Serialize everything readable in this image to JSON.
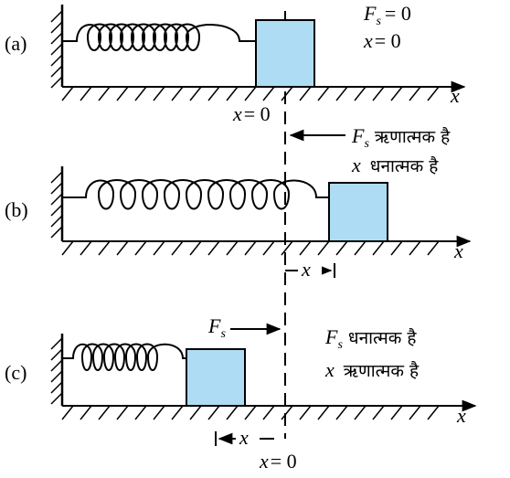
{
  "panels": {
    "a": {
      "label": "(a)",
      "force_symbol": "F",
      "force_sub": "s",
      "force_value": "= 0",
      "x_symbol": "x",
      "x_value": "= 0",
      "axis_label": "x"
    },
    "b": {
      "label": "(b)",
      "force_symbol": "F",
      "force_sub": "s",
      "force_text": "ऋणात्मक है",
      "x_symbol": "x",
      "x_text": "धनात्मक है",
      "axis_label": "x",
      "displacement_label": "x"
    },
    "c": {
      "label": "(c)",
      "force_symbol": "F",
      "force_sub": "s",
      "force_text": "धनात्मक है",
      "x_symbol": "x",
      "x_text": "ऋणात्मक है",
      "axis_label": "x",
      "arrow_symbol": "F",
      "arrow_sub": "s",
      "displacement_label": "x"
    }
  },
  "origin": {
    "top_symbol": "x",
    "top_value": "= 0",
    "bottom_symbol": "x",
    "bottom_value": "= 0"
  },
  "colors": {
    "block": "#aedcf5",
    "ink": "#000000"
  }
}
